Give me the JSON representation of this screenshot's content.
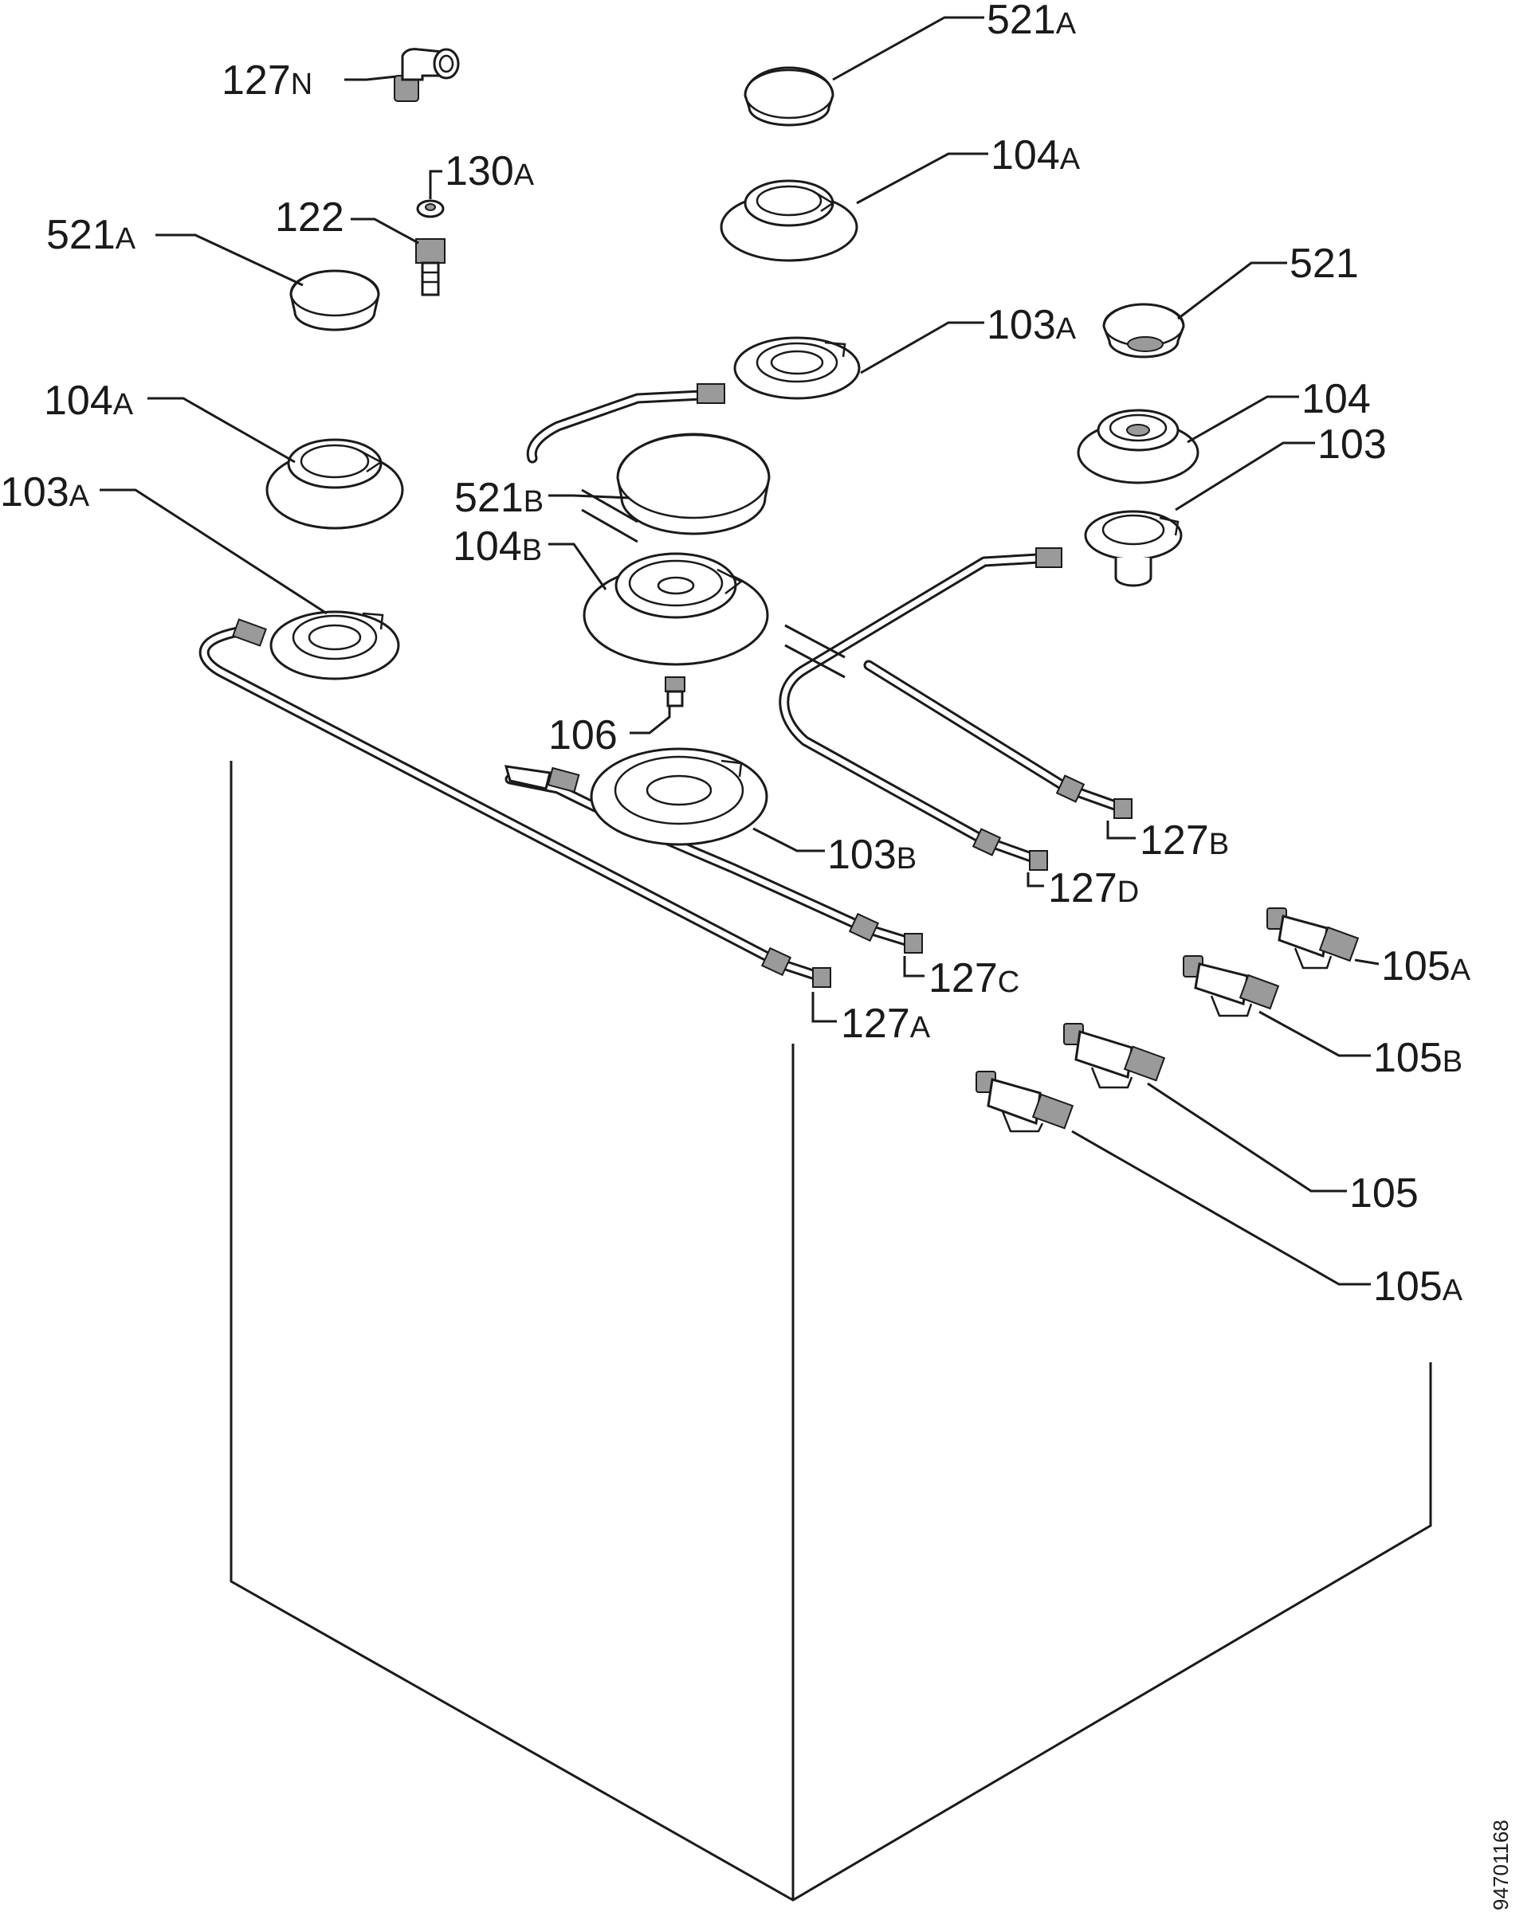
{
  "labels": {
    "l521a_top": {
      "num": "521",
      "suffix": "A"
    },
    "l127n": {
      "num": "127",
      "suffix": "N"
    },
    "l104a_top": {
      "num": "104",
      "suffix": "A"
    },
    "l130a": {
      "num": "130",
      "suffix": "A"
    },
    "l122": {
      "num": "122",
      "suffix": ""
    },
    "l521a_left": {
      "num": "521",
      "suffix": "A"
    },
    "l521": {
      "num": "521",
      "suffix": ""
    },
    "l103a_top": {
      "num": "103",
      "suffix": "A"
    },
    "l104a_left": {
      "num": "104",
      "suffix": "A"
    },
    "l104": {
      "num": "104",
      "suffix": ""
    },
    "l103": {
      "num": "103",
      "suffix": ""
    },
    "l521b": {
      "num": "521",
      "suffix": "B"
    },
    "l103a_left": {
      "num": "103",
      "suffix": "A"
    },
    "l104b": {
      "num": "104",
      "suffix": "B"
    },
    "l106": {
      "num": "106",
      "suffix": ""
    },
    "l127b": {
      "num": "127",
      "suffix": "B"
    },
    "l103b": {
      "num": "103",
      "suffix": "B"
    },
    "l127d": {
      "num": "127",
      "suffix": "D"
    },
    "l105a_top": {
      "num": "105",
      "suffix": "A"
    },
    "l127c": {
      "num": "127",
      "suffix": "C"
    },
    "l127a": {
      "num": "127",
      "suffix": "A"
    },
    "l105b": {
      "num": "105",
      "suffix": "B"
    },
    "l105": {
      "num": "105",
      "suffix": ""
    },
    "l105a_bottom": {
      "num": "105",
      "suffix": "A"
    }
  },
  "drawing_number": "94701168"
}
